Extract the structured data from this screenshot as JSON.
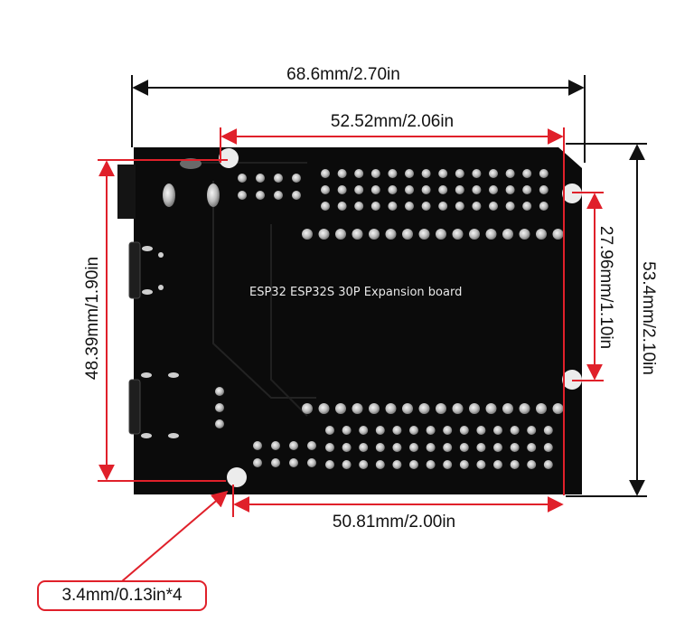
{
  "board": {
    "label": "ESP32 ESP32S 30P Expansion board"
  },
  "dimensions": {
    "overall_width": "68.6mm/2.70in",
    "hole_span_top": "52.52mm/2.06in",
    "hole_span_bottom": "50.81mm/2.00in",
    "overall_height": "53.4mm/2.10in",
    "left_hole_span": "48.39mm/1.90in",
    "right_hole_span": "27.96mm/1.10in",
    "hole_diameter": "3.4mm/0.13in*4"
  },
  "colors": {
    "board": "#0b0b0b",
    "dimension_black": "#111111",
    "dimension_red": "#e0202a",
    "pad": "#c8c8c8",
    "hole": "#ececec"
  }
}
